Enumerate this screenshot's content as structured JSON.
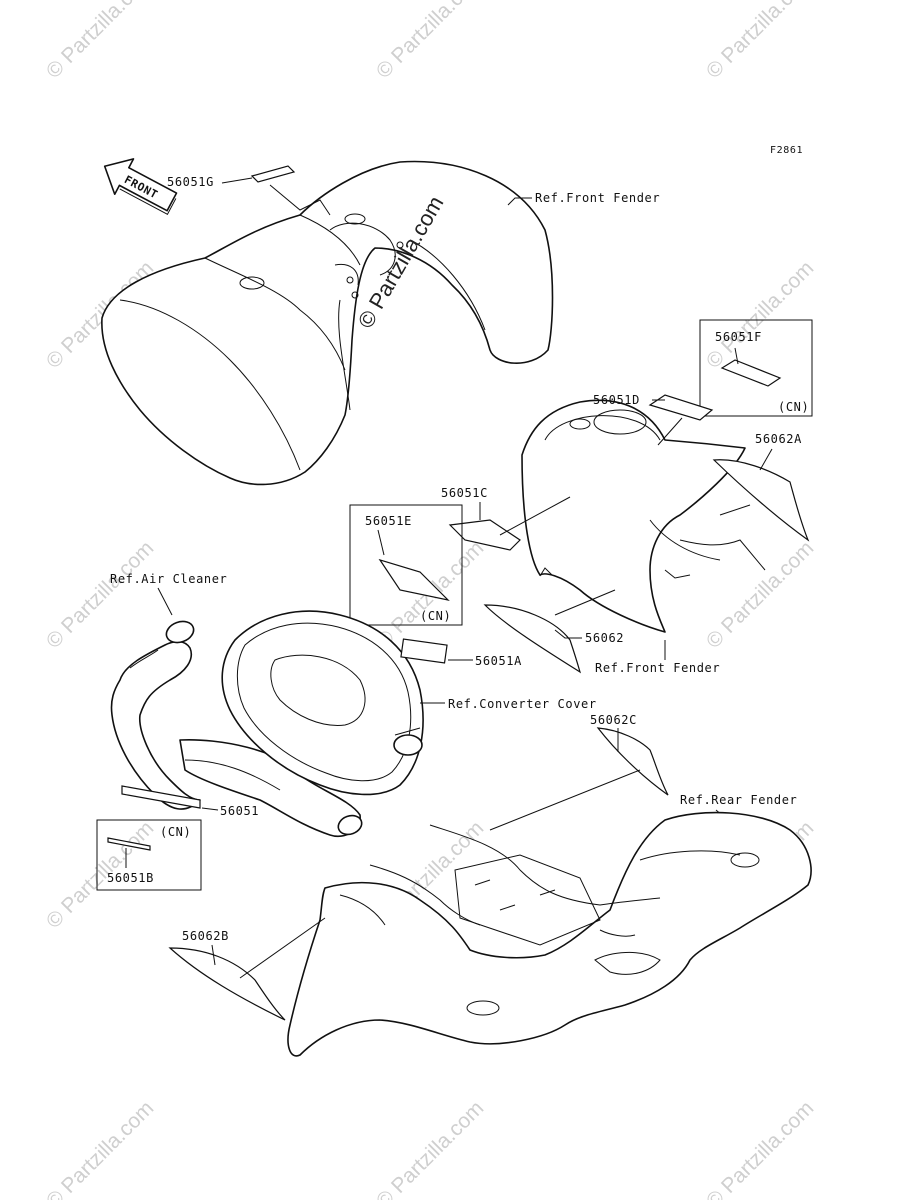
{
  "figure_code": "F2861",
  "arrow_label": "FRONT",
  "center_watermark": "© Partzilla.com",
  "watermark_text": "© Partzilla.com",
  "parts": {
    "p56051G": "56051G",
    "p56051F": "56051F",
    "p56051D": "56051D",
    "p56062A": "56062A",
    "p56051C": "56051C",
    "p56051E": "56051E",
    "p56062": "56062",
    "p56051A": "56051A",
    "p56062C": "56062C",
    "p56051": "56051",
    "p56051B": "56051B",
    "p56062B": "56062B"
  },
  "refs": {
    "front_fender_top": "Ref.Front Fender",
    "front_fender_mid": "Ref.Front Fender",
    "air_cleaner": "Ref.Air Cleaner",
    "converter_cover": "Ref.Converter Cover",
    "rear_fender": "Ref.Rear Fender"
  },
  "cn_tag": "(CN)"
}
